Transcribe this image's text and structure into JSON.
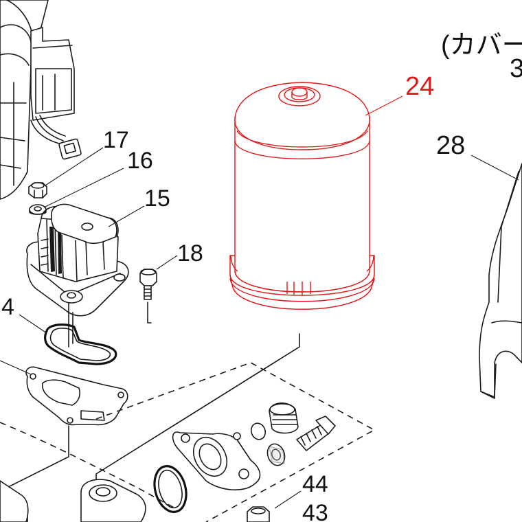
{
  "diagram": {
    "cover_caption": "(カバー",
    "cover_caption_suffix": "3",
    "highlight_color": "#e01818",
    "line_color": "#1a1a1a",
    "callouts": {
      "p24": "24",
      "p28": "28",
      "p17": "17",
      "p16": "16",
      "p15": "15",
      "p18": "18",
      "p4": "4",
      "p44": "44",
      "p43": "43"
    }
  }
}
